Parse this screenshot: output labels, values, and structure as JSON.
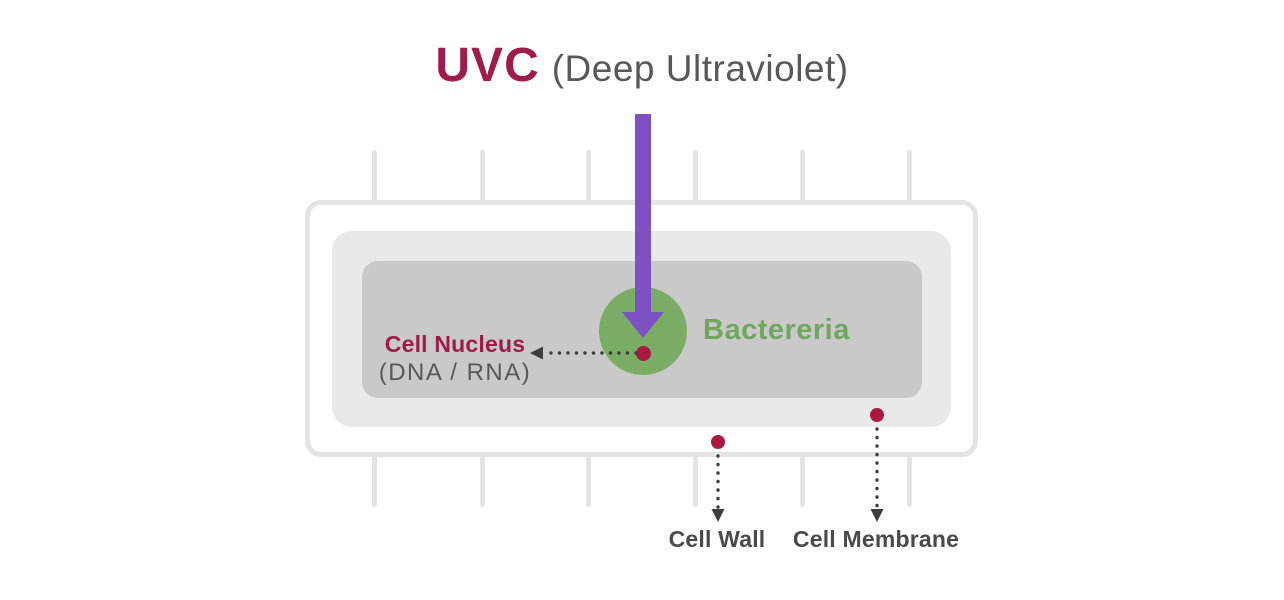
{
  "title": {
    "main": "UVC",
    "sub": "(Deep Ultraviolet)"
  },
  "bacteria": {
    "label": "Bactereria"
  },
  "nucleus": {
    "label": "Cell Nucleus",
    "sublabel": "(DNA / RNA)"
  },
  "cell_wall": {
    "label": "Cell Wall"
  },
  "cell_membrane": {
    "label": "Cell Membrane"
  },
  "colors": {
    "crimson-text": "#9E1B4B",
    "dot-crimson": "#A81A3F",
    "purple": "#7D50C4",
    "green": "#7BAC66",
    "green-text": "#6FA75E",
    "gray-text": "#58585A",
    "dark-text": "#4A4A4C",
    "border-gray": "#E4E4E4",
    "membrane-gray": "#E9E9E9",
    "cytoplasm-gray": "#C9C9C9",
    "tick-gray": "#E4E4E4",
    "arrow-dot": "#3E3E3E"
  }
}
